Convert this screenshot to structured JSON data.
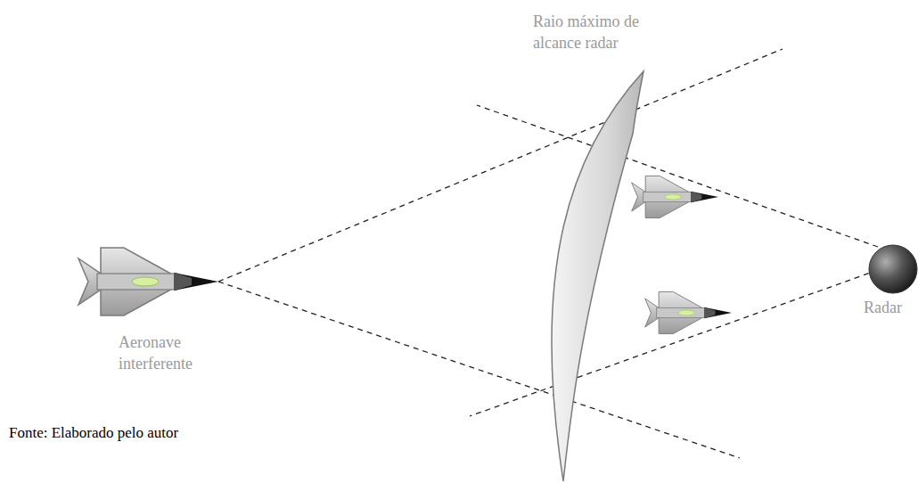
{
  "diagram": {
    "caption": "Fonte: Elaborado pelo autor",
    "labels": [
      "Raio máximo de alcance radar",
      "Aeronave interferente",
      "Radar"
    ]
  }
}
